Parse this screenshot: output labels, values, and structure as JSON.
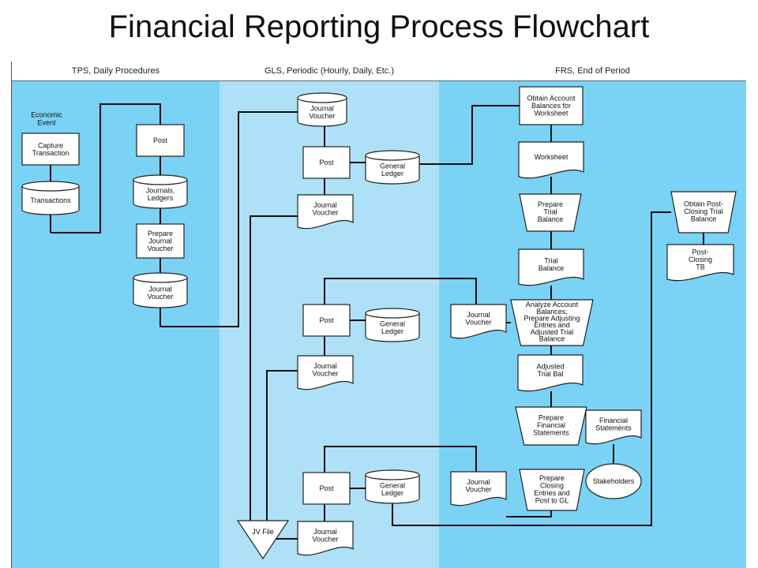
{
  "title": "Financial Reporting Process Flowchart",
  "lanes": {
    "tps": "TPS, Daily Procedures",
    "gls": "GLS, Periodic (Hourly, Daily, Etc.)",
    "frs": "FRS, End of Period"
  },
  "nodes": {
    "economic_event": [
      "Economic",
      "Event"
    ],
    "capture_transaction": [
      "Capture",
      "Transaction"
    ],
    "transactions": [
      "Transactions"
    ],
    "post_tps": [
      "Post"
    ],
    "journals_ledgers": [
      "Journals,",
      "Ledgers"
    ],
    "prepare_jv": [
      "Prepare",
      "Journal",
      "Voucher"
    ],
    "jv_disk_tps": [
      "Journal",
      "Voucher"
    ],
    "jv_disk_gls": [
      "Journal",
      "Voucher"
    ],
    "post_gls_1": [
      "Post"
    ],
    "gl_1": [
      "General",
      "Ledger"
    ],
    "jv_doc_gls_1": [
      "Journal",
      "Voucher"
    ],
    "post_gls_2": [
      "Post"
    ],
    "gl_2": [
      "General",
      "Ledger"
    ],
    "jv_doc_gls_2": [
      "Journal",
      "Voucher"
    ],
    "post_gls_3": [
      "Post"
    ],
    "gl_3": [
      "General",
      "Ledger"
    ],
    "jv_doc_gls_3": [
      "Journal",
      "Voucher"
    ],
    "jv_file": [
      "JV File"
    ],
    "obtain_balances": [
      "Obtain Account",
      "Balances for",
      "Worksheet"
    ],
    "worksheet": [
      "Worksheet"
    ],
    "prepare_tb": [
      "Prepare",
      "Trial",
      "Balance"
    ],
    "trial_balance": [
      "Trial",
      "Balance"
    ],
    "analyze": [
      "Analyze Account",
      "Balances,",
      "Prepare Adjusting",
      "Entries and",
      "Adjusted Trial",
      "Balance"
    ],
    "jv_doc_frs_1": [
      "Journal",
      "Voucher"
    ],
    "adjusted_tb": [
      "Adjusted",
      "Trial Bal"
    ],
    "prepare_fs": [
      "Prepare",
      "Financial",
      "Statements"
    ],
    "financial_statements": [
      "Financial",
      "Statements"
    ],
    "stakeholders": [
      "Stakeholders"
    ],
    "prepare_closing": [
      "Prepare",
      "Closing",
      "Entries and",
      "Post to GL"
    ],
    "jv_doc_frs_2": [
      "Journal",
      "Voucher"
    ],
    "obtain_post_closing": [
      "Obtain Post-",
      "Closing Trial",
      "Balance"
    ],
    "post_closing_tb": [
      "Post-",
      "Closing",
      "TB"
    ]
  }
}
